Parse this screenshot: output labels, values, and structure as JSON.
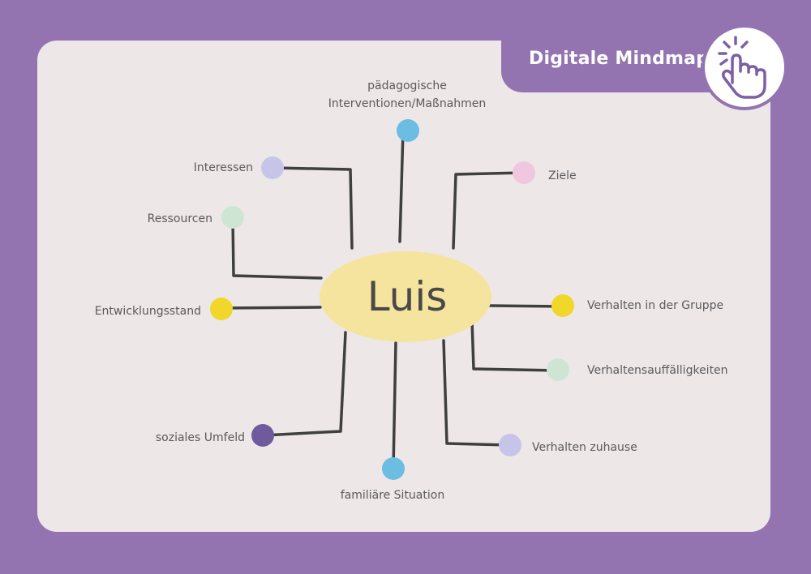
{
  "header": {
    "title": "Digitale Mindmap",
    "icon": "pointing-hand-tap-icon"
  },
  "colors": {
    "background": "#9374b0",
    "card": "#ede7e7",
    "center_fill": "#f5e49e",
    "line": "#3f3f3f",
    "text": "#5b5a5e"
  },
  "mindmap": {
    "center": "Luis",
    "branches": [
      {
        "label": "pädagogische Interventionen/Maßnahmen",
        "line1": "pädagogische",
        "line2": "Interventionen/Maßnahmen",
        "color": "#6cbde2"
      },
      {
        "label": "Interessen",
        "color": "#c6c5e9"
      },
      {
        "label": "Ziele",
        "color": "#f1c7df"
      },
      {
        "label": "Ressourcen",
        "color": "#cfe5d3"
      },
      {
        "label": "Entwicklungsstand",
        "color": "#f0d72a"
      },
      {
        "label": "Verhalten in der Gruppe",
        "color": "#f0d72a"
      },
      {
        "label": "Verhaltensauffälligkeiten",
        "color": "#cfe5d3"
      },
      {
        "label": "soziales Umfeld",
        "color": "#6f5a9e"
      },
      {
        "label": "Verhalten zuhause",
        "color": "#c6c5e9"
      },
      {
        "label": "familiäre Situation",
        "color": "#6cbde2"
      }
    ]
  }
}
